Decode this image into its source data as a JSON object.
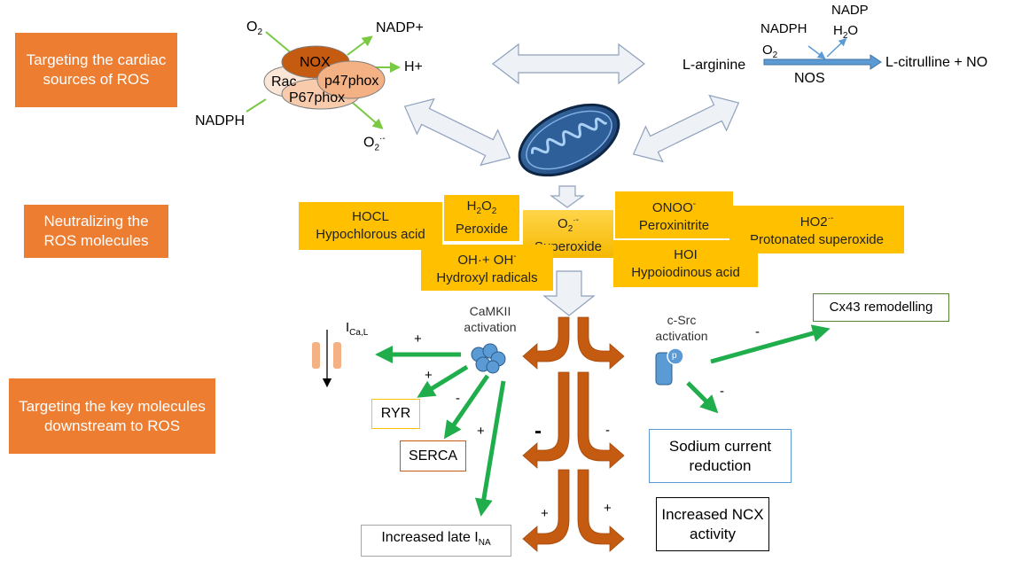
{
  "labels": {
    "sources": "Targeting the cardiac sources of ROS",
    "neutralizing": "Neutralizing the ROS molecules",
    "downstream": "Targeting the key molecules downstream to ROS"
  },
  "nox": {
    "o2": "O",
    "o2_sub": "2",
    "nadp_plus": "NADP+",
    "h_plus": "H+",
    "nadph": "NADPH",
    "superoxide": "O",
    "superoxide_sub": "2",
    "superoxide_sup": "·-",
    "nox": "NOX",
    "rac": "Rac",
    "p47": "p47phox",
    "p67": "P67phox"
  },
  "nos": {
    "nadph": "NADPH",
    "nadp": "NADP",
    "h2o_a": "H",
    "h2o_sub": "2",
    "h2o_b": "O",
    "o2": "O",
    "o2_sub": "2",
    "arginine": "L-arginine",
    "product": "L-citrulline + NO",
    "enzyme": "NOS"
  },
  "ros": {
    "hocl_a": "HOCL",
    "hocl_b": "Hypochlorous acid",
    "h2o2_a1": "H",
    "h2o2_s1": "2",
    "h2o2_a2": "O",
    "h2o2_s2": "2",
    "h2o2_b": "Peroxide",
    "o2_a": "O",
    "o2_sub": "2",
    "o2_sup": "·-",
    "o2_b": "Superoxide",
    "onoo_a": "ONOO",
    "onoo_sup": "-",
    "onoo_b": "Peroxinitrite",
    "ho2_a": "HO2",
    "ho2_sup": "·-",
    "ho2_b": "Protonated superoxide",
    "oh_a": "OH·+ OH",
    "oh_sup": "-",
    "oh_b": "Hydroxyl radicals",
    "hoi_a": "HOI",
    "hoi_b": "Hypoiodinous acid"
  },
  "downstream": {
    "camkii": "CaMKII activation",
    "ical": "I",
    "ical_sub": "Ca,L",
    "csrc": "c-Src activation",
    "p_badge": "p",
    "cx43": "Cx43 remodelling",
    "ryr": "RYR",
    "serca": "SERCA",
    "late_ina": "Increased late I",
    "late_ina_sub": "NA",
    "sodium": "Sodium current reduction",
    "ncx": "Increased NCX activity",
    "plus": "+",
    "minus": "-"
  },
  "colors": {
    "orange_label": "#ed7d31",
    "ros_yellow": "#ffc000",
    "green_arrow": "#1fae4b",
    "brown_arrow": "#c55a11",
    "blue": "#5b9bd5",
    "nox": "#c55a11",
    "p47": "#f4b183",
    "rac": "#fbe5d6"
  }
}
